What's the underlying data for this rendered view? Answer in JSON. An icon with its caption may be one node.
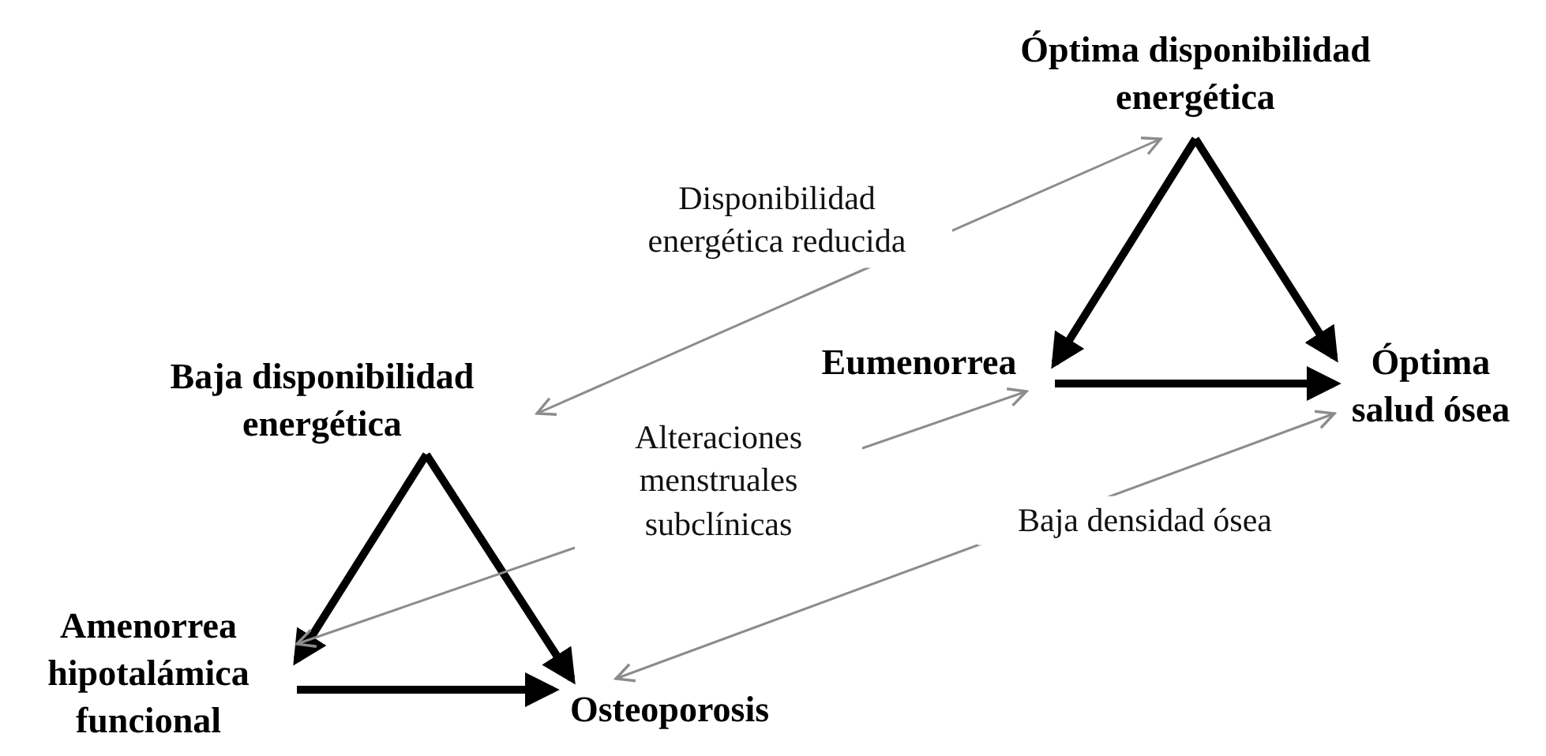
{
  "diagram": {
    "nodes": [
      {
        "text": [
          "Óptima disponibilidad energética"
        ]
      },
      {
        "text": [
          "Eumenorrea"
        ]
      },
      {
        "text": [
          "Óptima salud ósea"
        ]
      },
      {
        "text": [
          "Baja disponibilidad energética"
        ]
      },
      {
        "text": [
          "Amenorrea hipotalámica funcional"
        ]
      },
      {
        "text": [
          "Osteoporosis"
        ]
      }
    ],
    "edges": [
      {
        "from": 0,
        "to": 1,
        "arrow": "to"
      },
      {
        "from": 0,
        "to": 2,
        "arrow": "to"
      },
      {
        "from": 1,
        "to": 2,
        "arrow": "to"
      },
      {
        "from": 3,
        "to": 4,
        "arrow": "to"
      },
      {
        "from": 3,
        "to": 5,
        "arrow": "to"
      },
      {
        "from": 4,
        "to": 5,
        "arrow": "to"
      },
      {
        "from": 3,
        "to": 0,
        "arrow": "both",
        "label": "Disponibilidad energética reducida",
        "color": "#8c8c8c"
      },
      {
        "from": 4,
        "to": 1,
        "arrow": "both",
        "label": "Alteraciones menstruales subclínicas",
        "color": "#8c8c8c"
      },
      {
        "from": 5,
        "to": 2,
        "arrow": "both",
        "label": "Baja densidad ósea",
        "color": "#8c8c8c"
      }
    ]
  }
}
